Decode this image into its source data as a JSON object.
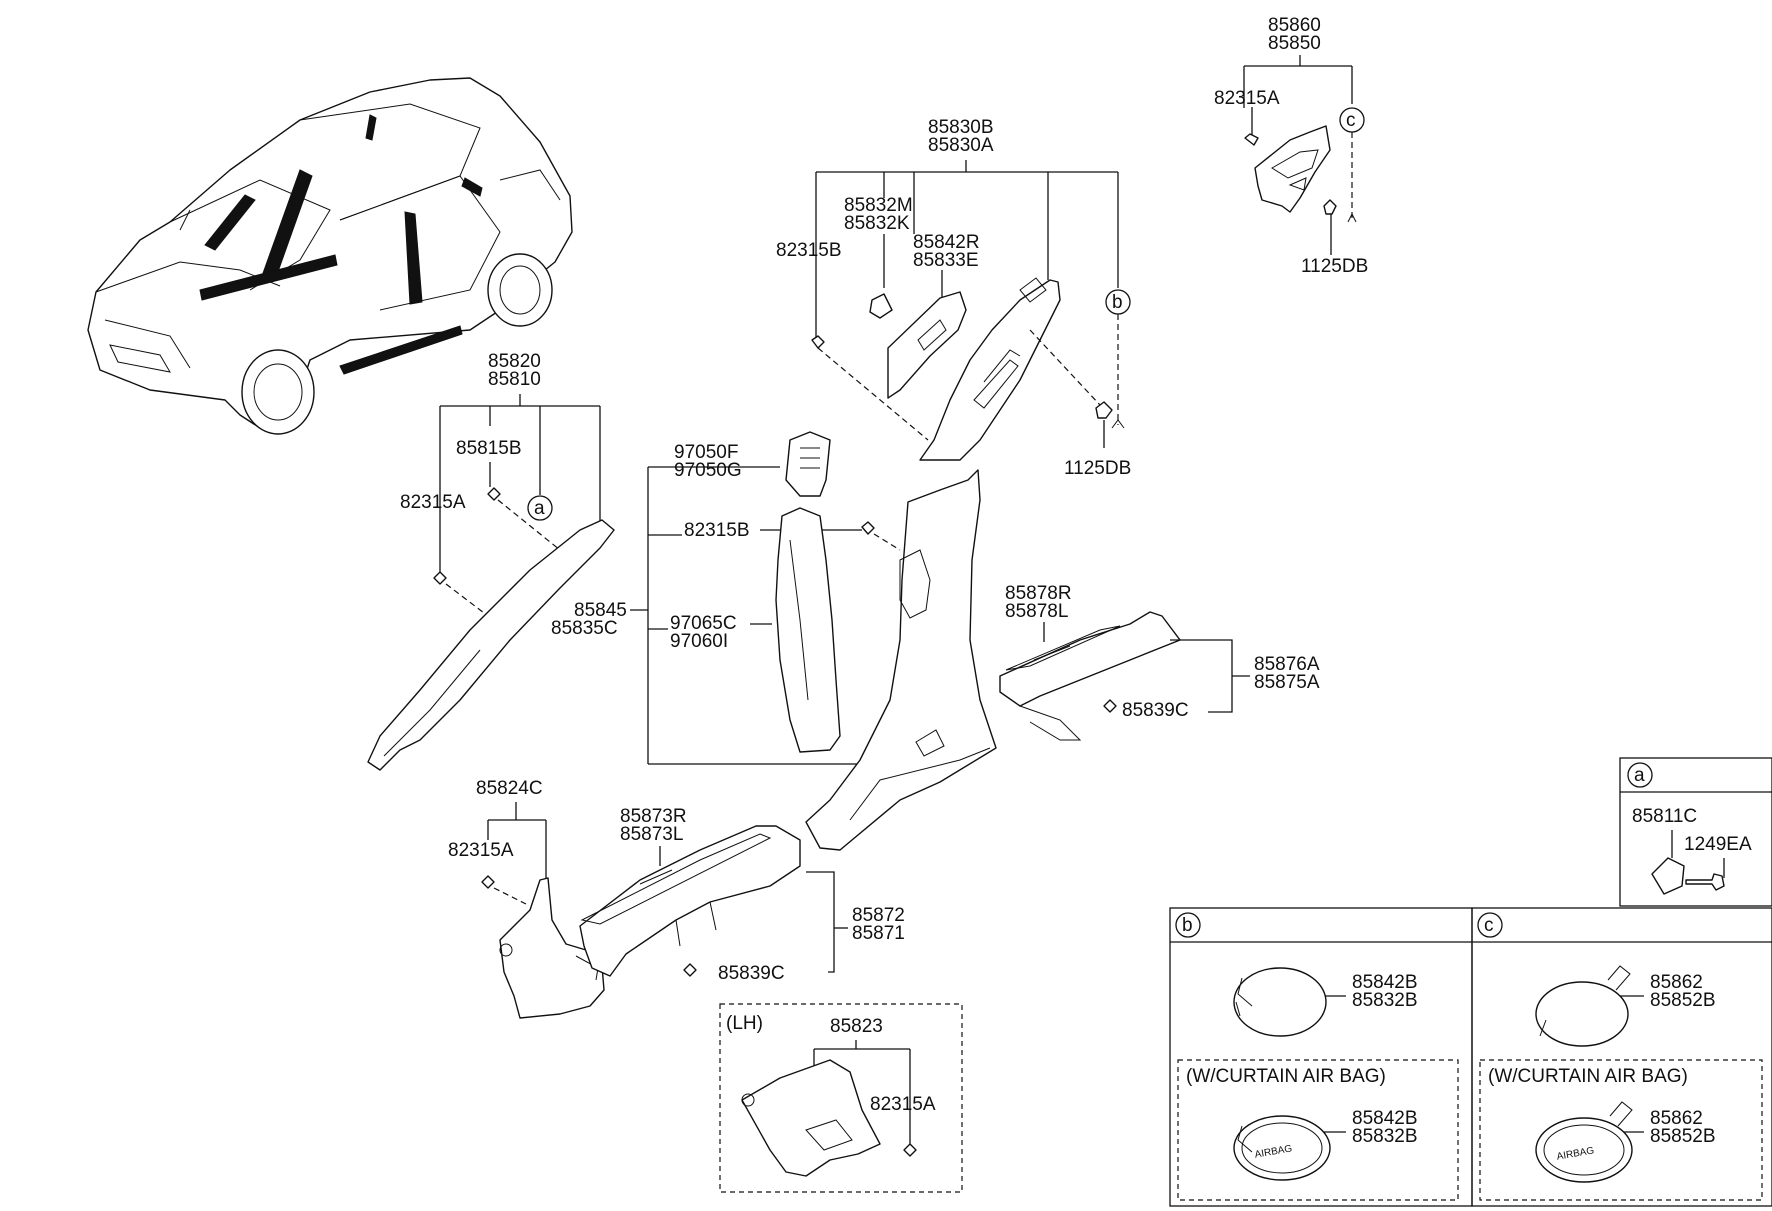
{
  "callouts": {
    "p85860_85850": [
      "85860",
      "85850"
    ],
    "p82315A_top": "82315A",
    "p1125DB_top": "1125DB",
    "p85830B_85830A": [
      "85830B",
      "85830A"
    ],
    "p85832M_85832K": [
      "85832M",
      "85832K"
    ],
    "p85842R_85833E": [
      "85842R",
      "85833E"
    ],
    "p82315B_top": "82315B",
    "p1125DB_mid": "1125DB",
    "p85820_85810": [
      "85820",
      "85810"
    ],
    "p85815B": "85815B",
    "p82315A_left": "82315A",
    "p97050F_97050G": [
      "97050F",
      "97050G"
    ],
    "p82315B_mid": "82315B",
    "p85845_85835C": [
      "85845",
      "85835C"
    ],
    "p97065C_97060I": [
      "97065C",
      "97060I"
    ],
    "p85878R_85878L": [
      "85878R",
      "85878L"
    ],
    "p85876A_85875A": [
      "85876A",
      "85875A"
    ],
    "p85839C_right": "85839C",
    "p85824C": "85824C",
    "p82315A_low": "82315A",
    "p85873R_85873L": [
      "85873R",
      "85873L"
    ],
    "p85872_85871": [
      "85872",
      "85871"
    ],
    "p85839C_low": "85839C"
  },
  "lh_box": {
    "label": "(LH)",
    "part": "85823",
    "fastener": "82315A"
  },
  "markers": {
    "a": "a",
    "b": "b",
    "c": "c"
  },
  "detail_a": {
    "letter": "a",
    "parts": [
      "85811C",
      "1249EA"
    ]
  },
  "detail_b": {
    "letter": "b",
    "std_parts": [
      "85842B",
      "85832B"
    ],
    "airbag_label": "(W/CURTAIN AIR BAG)",
    "airbag_parts": [
      "85842B",
      "85832B"
    ],
    "cover_text": "AIRBAG"
  },
  "detail_c": {
    "letter": "c",
    "std_parts": [
      "85862",
      "85852B"
    ],
    "airbag_label": "(W/CURTAIN AIR BAG)",
    "airbag_parts": [
      "85862",
      "85852B"
    ],
    "cover_text": "AIRBAG"
  },
  "colors": {
    "line": "#111111",
    "background": "#ffffff"
  }
}
